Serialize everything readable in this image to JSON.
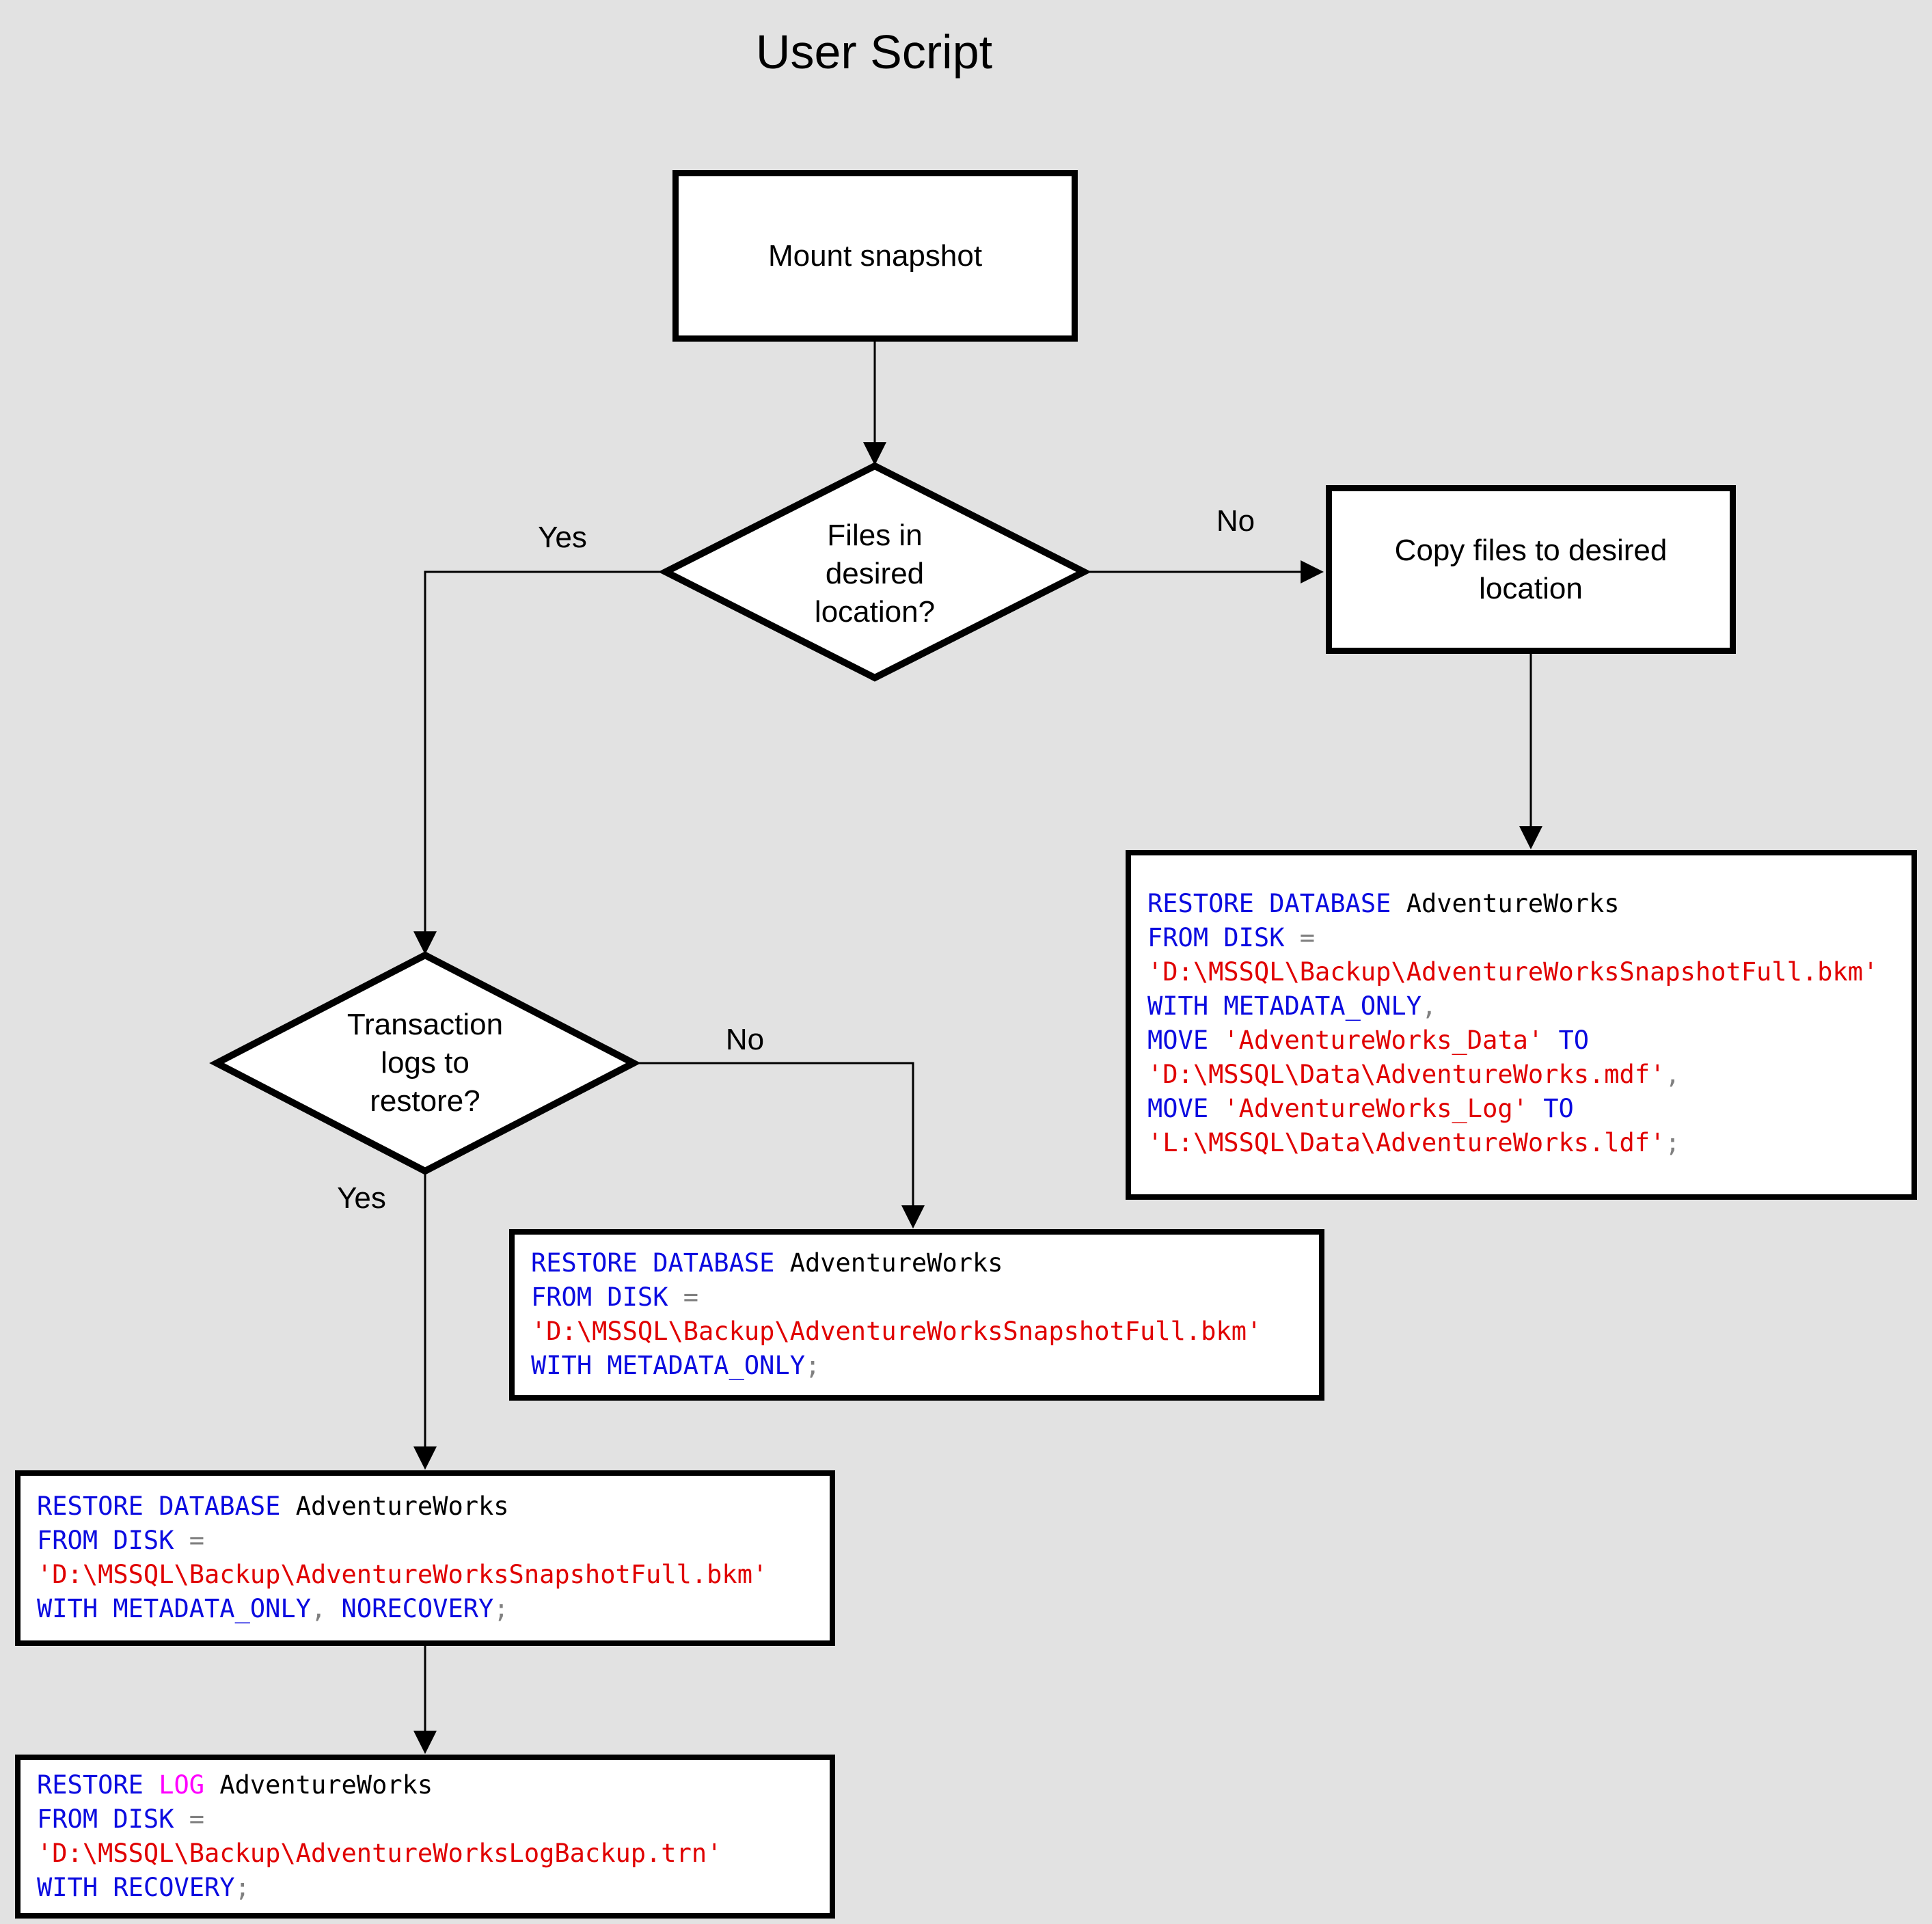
{
  "title": "User Script",
  "canvas_bg": "#E2E2E2",
  "syntax_colors": {
    "keyword": "#0B0BE0",
    "string": "#E00000",
    "operator": "#808080",
    "identifier": "#000000",
    "log_keyword": "#FF00FF"
  },
  "nodes": {
    "mount_snapshot": {
      "label": "Mount snapshot"
    },
    "files_decision": {
      "label": "Files in\ndesired\nlocation?"
    },
    "copy_files": {
      "label": "Copy files to desired\nlocation"
    },
    "logs_decision": {
      "label": "Transaction\nlogs to\nrestore?"
    }
  },
  "edge_labels": {
    "files_yes": "Yes",
    "files_no": "No",
    "logs_no": "No",
    "logs_yes": "Yes"
  },
  "code_boxes": {
    "restore_with_move": {
      "lines": [
        [
          {
            "t": "RESTORE DATABASE ",
            "c": "kw"
          },
          {
            "t": "AdventureWorks",
            "c": "id"
          }
        ],
        [
          {
            "t": "FROM DISK ",
            "c": "kw"
          },
          {
            "t": "=",
            "c": "op"
          }
        ],
        [
          {
            "t": "'D:\\MSSQL\\Backup\\AdventureWorksSnapshotFull.bkm'",
            "c": "str"
          }
        ],
        [
          {
            "t": "WITH METADATA_ONLY",
            "c": "kw"
          },
          {
            "t": ",",
            "c": "op"
          }
        ],
        [
          {
            "t": "MOVE ",
            "c": "kw"
          },
          {
            "t": "'AdventureWorks_Data'",
            "c": "str"
          },
          {
            "t": " ",
            "c": "id"
          },
          {
            "t": "TO",
            "c": "kw"
          }
        ],
        [
          {
            "t": "'D:\\MSSQL\\Data\\AdventureWorks.mdf'",
            "c": "str"
          },
          {
            "t": ",",
            "c": "op"
          }
        ],
        [
          {
            "t": "MOVE ",
            "c": "kw"
          },
          {
            "t": "'AdventureWorks_Log'",
            "c": "str"
          },
          {
            "t": " ",
            "c": "id"
          },
          {
            "t": "TO",
            "c": "kw"
          }
        ],
        [
          {
            "t": "'L:\\MSSQL\\Data\\AdventureWorks.ldf'",
            "c": "str"
          },
          {
            "t": ";",
            "c": "op"
          }
        ]
      ]
    },
    "restore_metadata_only": {
      "lines": [
        [
          {
            "t": "RESTORE DATABASE ",
            "c": "kw"
          },
          {
            "t": "AdventureWorks",
            "c": "id"
          }
        ],
        [
          {
            "t": "FROM DISK ",
            "c": "kw"
          },
          {
            "t": "=",
            "c": "op"
          }
        ],
        [
          {
            "t": "'D:\\MSSQL\\Backup\\AdventureWorksSnapshotFull.bkm'",
            "c": "str"
          }
        ],
        [
          {
            "t": "WITH METADATA_ONLY",
            "c": "kw"
          },
          {
            "t": ";",
            "c": "op"
          }
        ]
      ]
    },
    "restore_norecovery": {
      "lines": [
        [
          {
            "t": "RESTORE DATABASE ",
            "c": "kw"
          },
          {
            "t": "AdventureWorks",
            "c": "id"
          }
        ],
        [
          {
            "t": "FROM DISK ",
            "c": "kw"
          },
          {
            "t": "=",
            "c": "op"
          }
        ],
        [
          {
            "t": "'D:\\MSSQL\\Backup\\AdventureWorksSnapshotFull.bkm'",
            "c": "str"
          }
        ],
        [
          {
            "t": "WITH METADATA_ONLY",
            "c": "kw"
          },
          {
            "t": ", ",
            "c": "op"
          },
          {
            "t": "NORECOVERY",
            "c": "kw"
          },
          {
            "t": ";",
            "c": "op"
          }
        ]
      ]
    },
    "restore_log": {
      "lines": [
        [
          {
            "t": "RESTORE ",
            "c": "kw"
          },
          {
            "t": "LOG ",
            "c": "log"
          },
          {
            "t": "AdventureWorks",
            "c": "id"
          }
        ],
        [
          {
            "t": "FROM DISK ",
            "c": "kw"
          },
          {
            "t": "=",
            "c": "op"
          }
        ],
        [
          {
            "t": "'D:\\MSSQL\\Backup\\AdventureWorksLogBackup.trn'",
            "c": "str"
          }
        ],
        [
          {
            "t": "WITH RECOVERY",
            "c": "kw"
          },
          {
            "t": ";",
            "c": "op"
          }
        ]
      ]
    }
  }
}
